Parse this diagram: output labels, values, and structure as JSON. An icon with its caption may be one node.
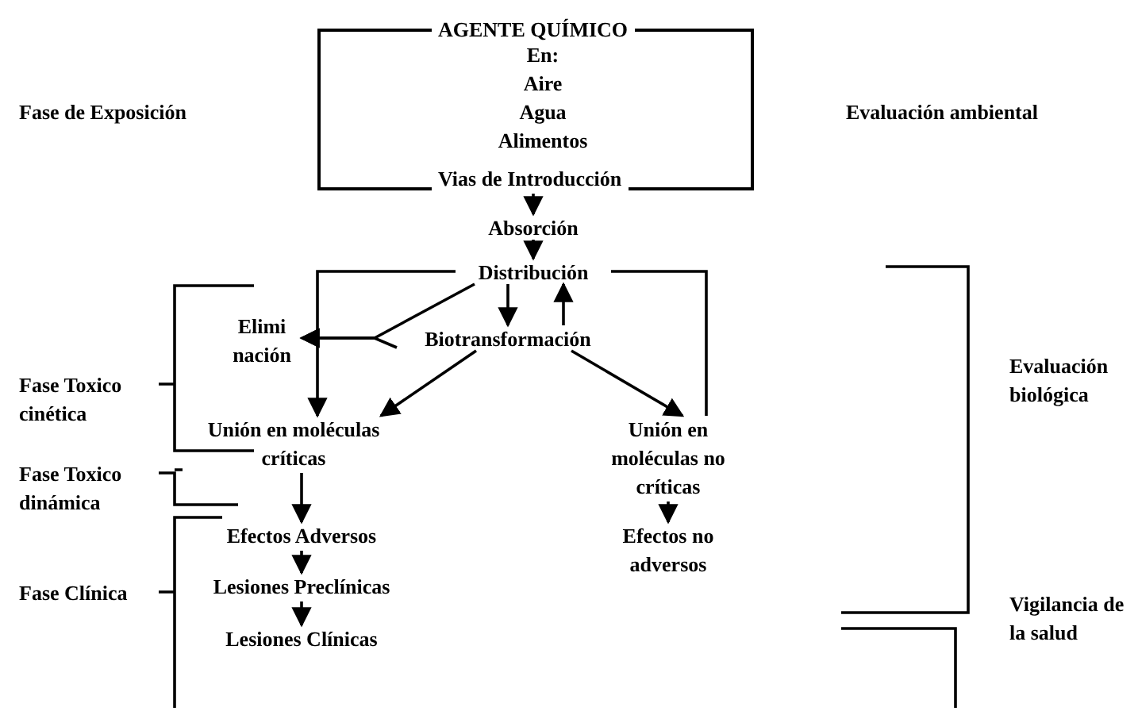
{
  "diagram": {
    "nodes": [
      {
        "text": [
          "AGENTE QUÍMICO",
          "En:",
          "Aire",
          "Agua",
          "Alimentos",
          "Vias de Introducción"
        ]
      },
      {
        "text": [
          "Absorción"
        ]
      },
      {
        "text": [
          "Distribución"
        ]
      },
      {
        "text": [
          "Elimi nación"
        ]
      },
      {
        "text": [
          "Biotransformación"
        ]
      },
      {
        "text": [
          "Unión en moléculas críticas"
        ]
      },
      {
        "text": [
          "Unión en moléculas no críticas"
        ]
      },
      {
        "text": [
          "Efectos Adversos"
        ]
      },
      {
        "text": [
          "Lesiones Preclínicas"
        ]
      },
      {
        "text": [
          "Lesiones Clínicas"
        ]
      },
      {
        "text": [
          "Efectos no adversos"
        ]
      }
    ],
    "edges": [
      {
        "from": 0,
        "to": 1,
        "arrow": "to"
      },
      {
        "from": 1,
        "to": 2,
        "arrow": "to"
      },
      {
        "from": 2,
        "to": 4,
        "arrow": "to"
      },
      {
        "from": 4,
        "to": 2,
        "arrow": "to"
      },
      {
        "from": 2,
        "to": 3,
        "arrow": "to"
      },
      {
        "from": 4,
        "to": 3,
        "arrow": "to"
      },
      {
        "from": 2,
        "to": 5,
        "arrow": "to"
      },
      {
        "from": 2,
        "to": 6,
        "arrow": "none"
      },
      {
        "from": 4,
        "to": 5,
        "arrow": "to"
      },
      {
        "from": 4,
        "to": 6,
        "arrow": "to"
      },
      {
        "from": 5,
        "to": 7,
        "arrow": "to"
      },
      {
        "from": 7,
        "to": 8,
        "arrow": "to"
      },
      {
        "from": 8,
        "to": 9,
        "arrow": "to"
      },
      {
        "from": 6,
        "to": 10,
        "arrow": "to"
      }
    ],
    "labels": [
      "Fase de Exposición",
      "Evaluación ambiental",
      "Fase Toxico cinética",
      "Evaluación biológica",
      "Fase Toxico dinámica",
      "Fase Clínica",
      "Vigilancia de la salud"
    ]
  }
}
